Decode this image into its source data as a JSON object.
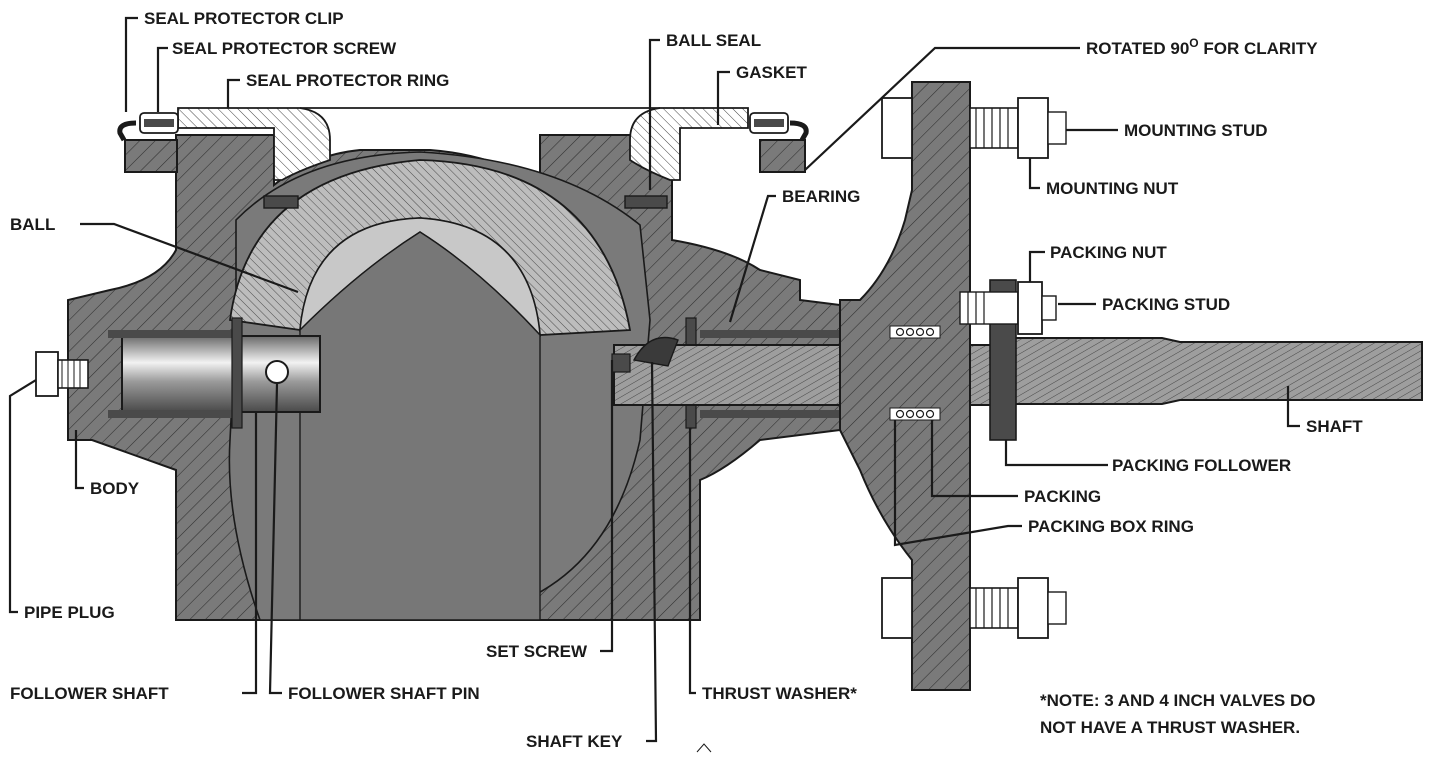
{
  "labels": {
    "seal_protector_clip": "SEAL PROTECTOR CLIP",
    "seal_protector_screw": "SEAL PROTECTOR SCREW",
    "seal_protector_ring": "SEAL PROTECTOR RING",
    "ball_seal": "BALL SEAL",
    "gasket": "GASKET",
    "rotated": "ROTATED 90",
    "rotated_sup": "O",
    "rotated_tail": " FOR CLARITY",
    "mounting_stud": "MOUNTING STUD",
    "mounting_nut": "MOUNTING NUT",
    "bearing": "BEARING",
    "ball": "BALL",
    "packing_nut": "PACKING NUT",
    "packing_stud": "PACKING STUD",
    "shaft": "SHAFT",
    "packing_follower": "PACKING FOLLOWER",
    "body": "BODY",
    "packing": "PACKING",
    "packing_box_ring": "PACKING BOX RING",
    "pipe_plug": "PIPE PLUG",
    "set_screw": "SET SCREW",
    "follower_shaft": "FOLLOWER SHAFT",
    "follower_shaft_pin": "FOLLOWER SHAFT PIN",
    "thrust_washer": "THRUST WASHER*",
    "shaft_key": "SHAFT KEY"
  },
  "note": {
    "line1": "*NOTE: 3 AND 4 INCH VALVES DO",
    "line2": "NOT HAVE A THRUST WASHER."
  },
  "colors": {
    "body": "#7a7a7a",
    "hatch": "#2f2f2f",
    "ball": "#bdbdbd",
    "dark_part": "#4a4a4a",
    "ink": "#1a1a1a"
  }
}
